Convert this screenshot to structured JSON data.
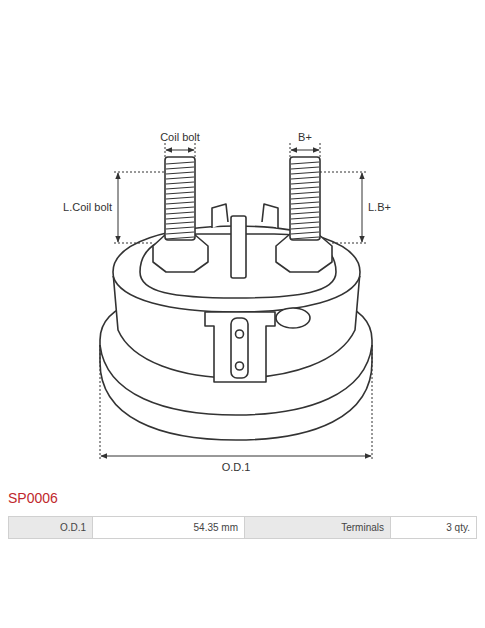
{
  "diagram": {
    "title": "SP0006",
    "labels": [
      "Coil bolt",
      "B+",
      "L.Coil bolt",
      "L.B+",
      "O.D.1",
      "O.D.1",
      "54.35 mm",
      "Terminals",
      "3 qty."
    ]
  }
}
